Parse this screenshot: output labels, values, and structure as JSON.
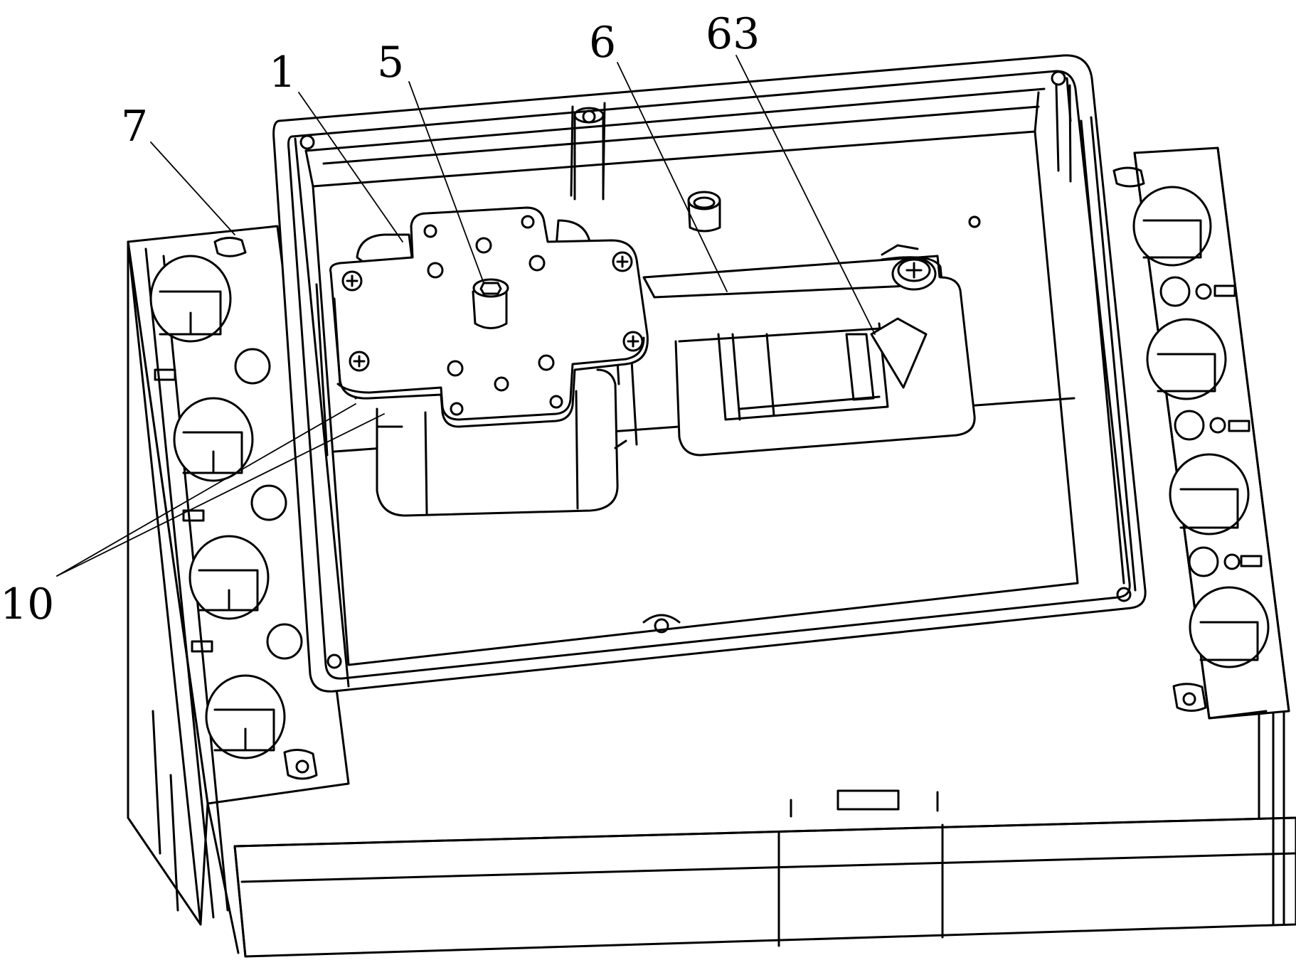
{
  "figure": {
    "callouts": [
      {
        "id": "7",
        "text": "7"
      },
      {
        "id": "1",
        "text": "1"
      },
      {
        "id": "5",
        "text": "5"
      },
      {
        "id": "6",
        "text": "6"
      },
      {
        "id": "63",
        "text": "63"
      },
      {
        "id": "10",
        "text": "10"
      }
    ]
  },
  "colors": {
    "line": "#000000",
    "background": "#ffffff"
  }
}
